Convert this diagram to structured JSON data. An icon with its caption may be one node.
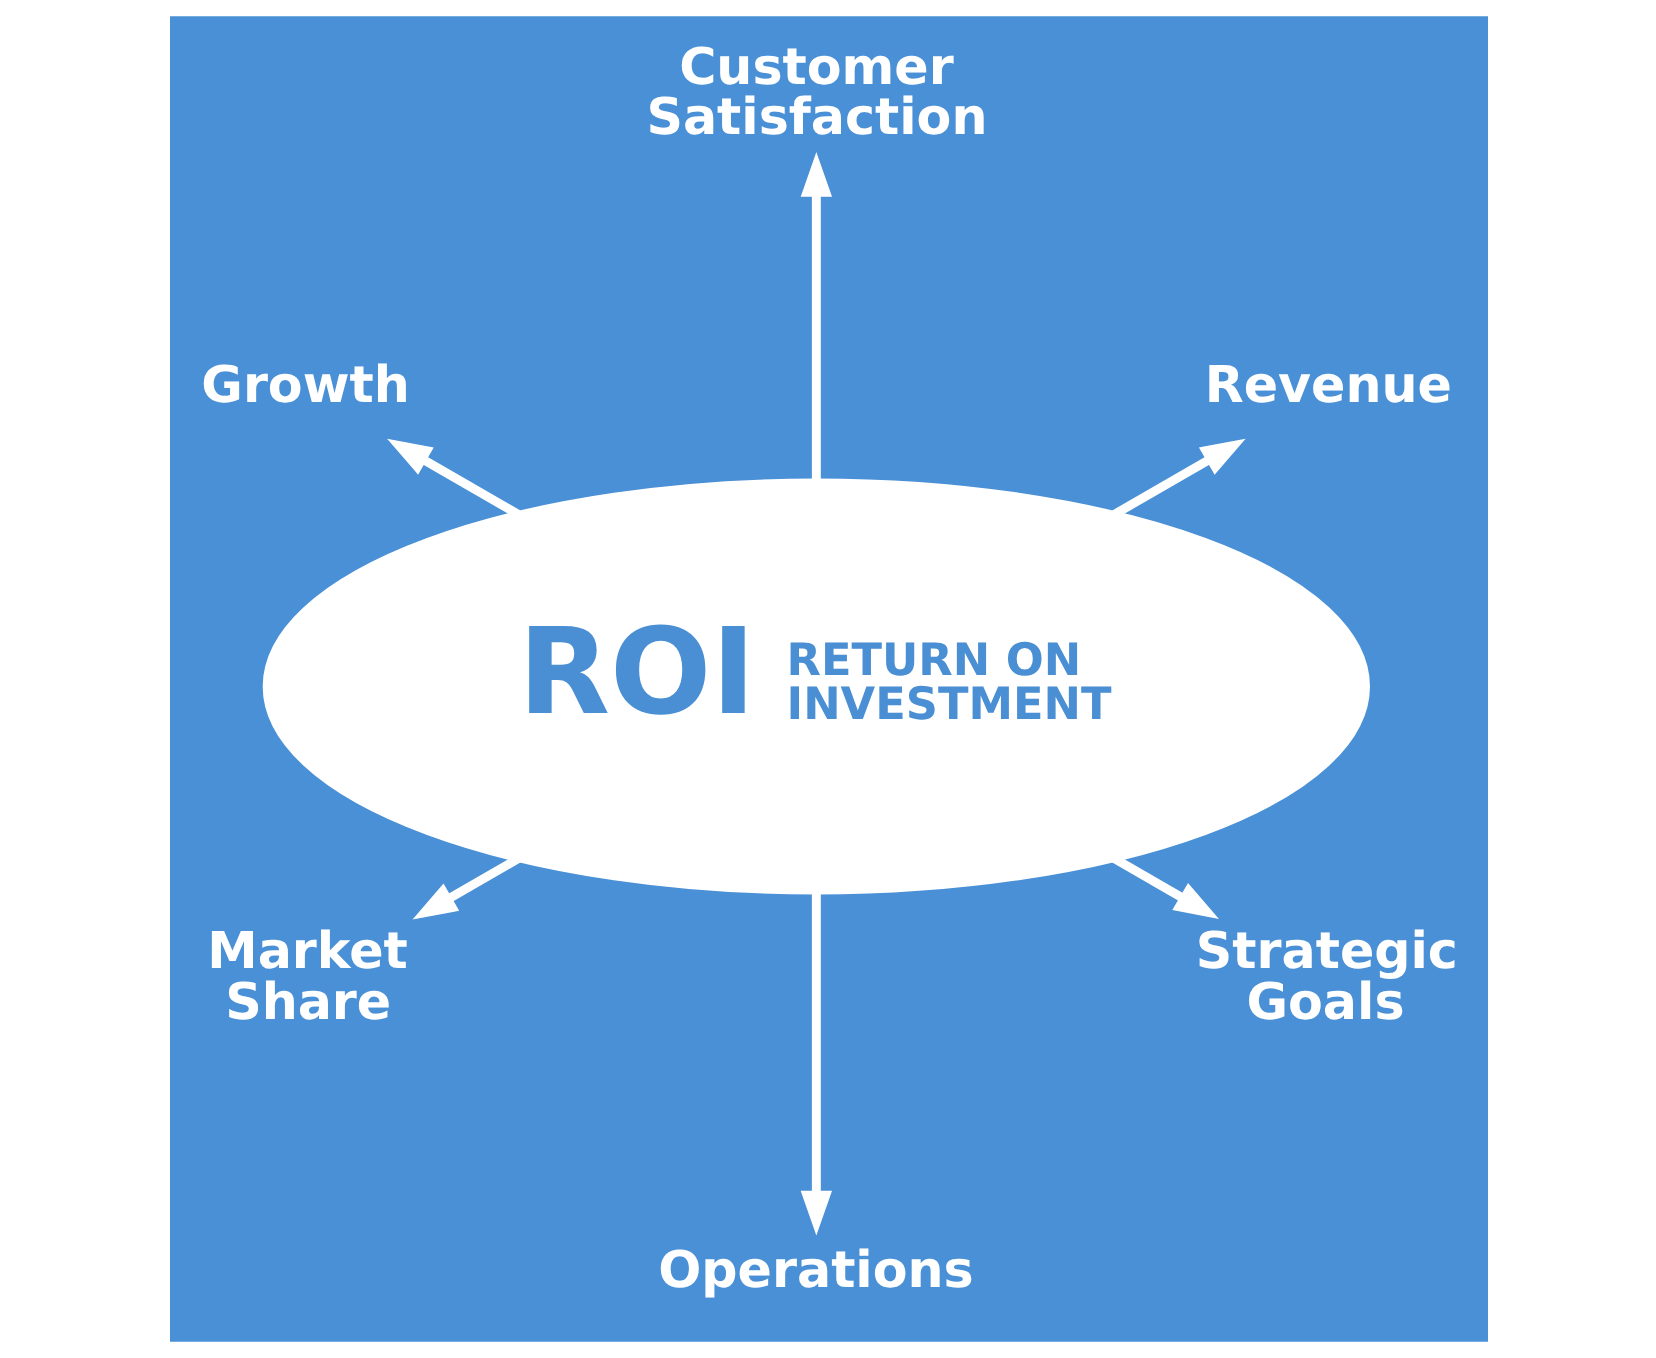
{
  "diagram": {
    "nodes": [
      {
        "text": [
          "Customer Satisfaction"
        ]
      },
      {
        "text": [
          "Growth"
        ]
      },
      {
        "text": [
          "Revenue"
        ]
      },
      {
        "text": [
          "ROI",
          "RETURN ON INVESTMENT"
        ]
      },
      {
        "text": [
          "Market Share"
        ]
      },
      {
        "text": [
          "Strategic Goals"
        ]
      },
      {
        "text": [
          "Operations"
        ]
      }
    ],
    "edges": [
      {
        "from": 3,
        "to": 0,
        "arrow": "to"
      },
      {
        "from": 3,
        "to": 2,
        "arrow": "to"
      },
      {
        "from": 3,
        "to": 5,
        "arrow": "to"
      },
      {
        "from": 3,
        "to": 6,
        "arrow": "to"
      },
      {
        "from": 3,
        "to": 4,
        "arrow": "to"
      },
      {
        "from": 3,
        "to": 1,
        "arrow": "to"
      }
    ]
  }
}
